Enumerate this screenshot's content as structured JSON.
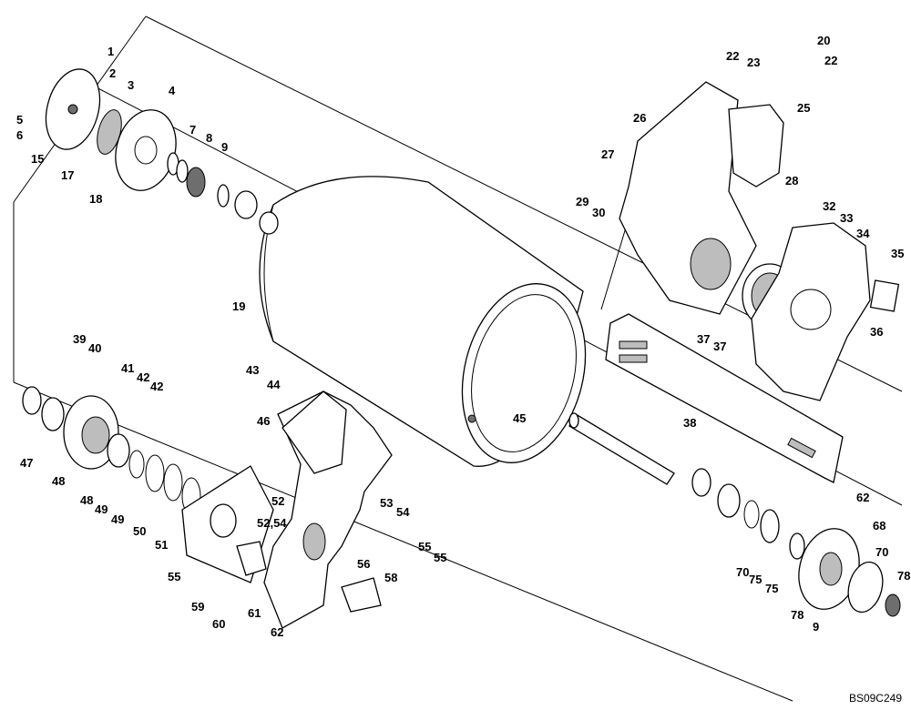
{
  "drawing_code": "BS09C249",
  "callouts": [
    "1",
    "2",
    "3",
    "4",
    "5",
    "6",
    "7",
    "8",
    "9",
    "15",
    "17",
    "18",
    "19",
    "20",
    "22",
    "22",
    "23",
    "25",
    "26",
    "27",
    "28",
    "29",
    "30",
    "32",
    "33",
    "34",
    "35",
    "36",
    "37",
    "37",
    "38",
    "39",
    "40",
    "41",
    "42",
    "42",
    "43",
    "44",
    "45",
    "46",
    "47",
    "48",
    "48",
    "49",
    "49",
    "50",
    "51",
    "52",
    "52,54",
    "53",
    "54",
    "55",
    "55",
    "55",
    "56",
    "58",
    "59",
    "60",
    "61",
    "62",
    "62",
    "68",
    "70",
    "70",
    "75",
    "75",
    "78",
    "78",
    "9"
  ]
}
